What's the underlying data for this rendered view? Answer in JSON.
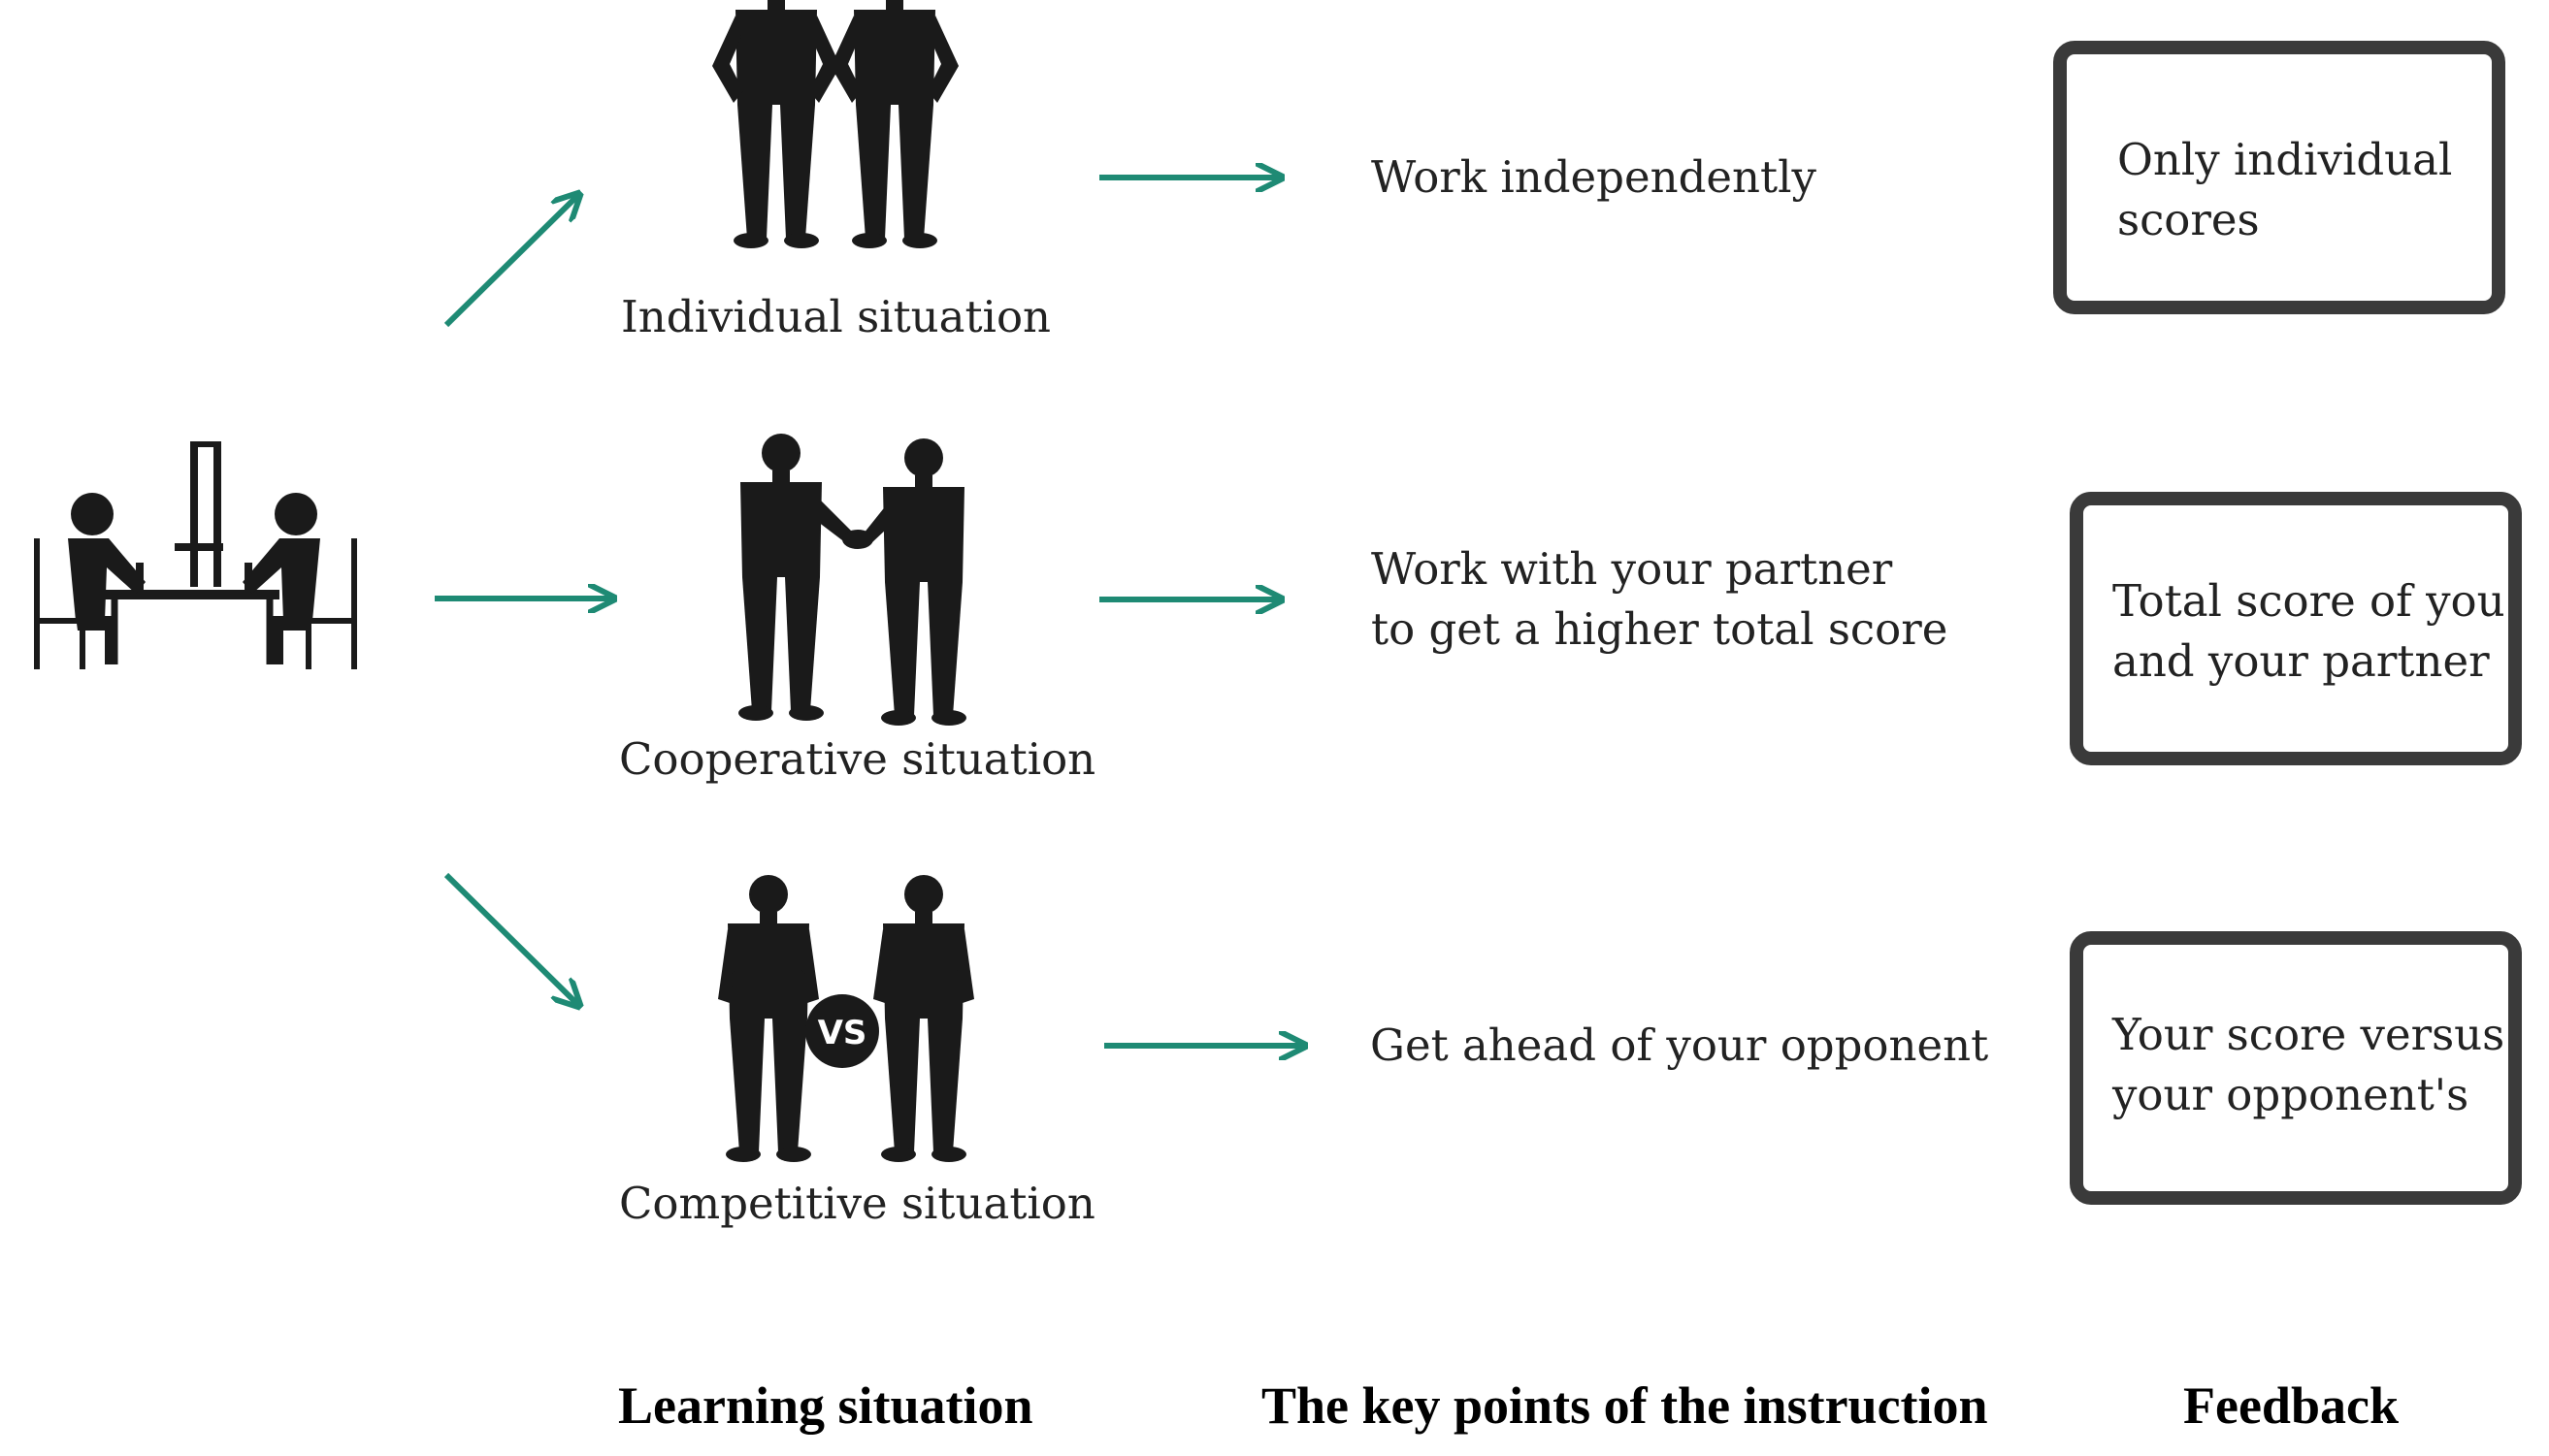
{
  "situations": [
    {
      "label": "Individual situation",
      "instruction": [
        "Work independently"
      ],
      "feedback": [
        "Only individual",
        "scores"
      ]
    },
    {
      "label": "Cooperative situation",
      "instruction": [
        "Work with your partner",
        "to get a higher total score"
      ],
      "feedback": [
        "Total score of you",
        "and your partner"
      ]
    },
    {
      "label": "Competitive situation",
      "instruction": [
        "Get ahead of your opponent"
      ],
      "feedback": [
        "Your score versus",
        "your opponent's"
      ]
    }
  ],
  "vs_badge": "VS",
  "headers": {
    "learning": "Learning situation",
    "instruction": "The key points of the instruction",
    "feedback": "Feedback"
  },
  "colors": {
    "arrow": "#1e8a74",
    "icon": "#1a1a1a",
    "box_border": "#3a3a3a"
  },
  "icons": [
    "students-at-table-icon",
    "two-businessmen-standing-icon",
    "handshake-icon",
    "businessmen-versus-icon"
  ]
}
